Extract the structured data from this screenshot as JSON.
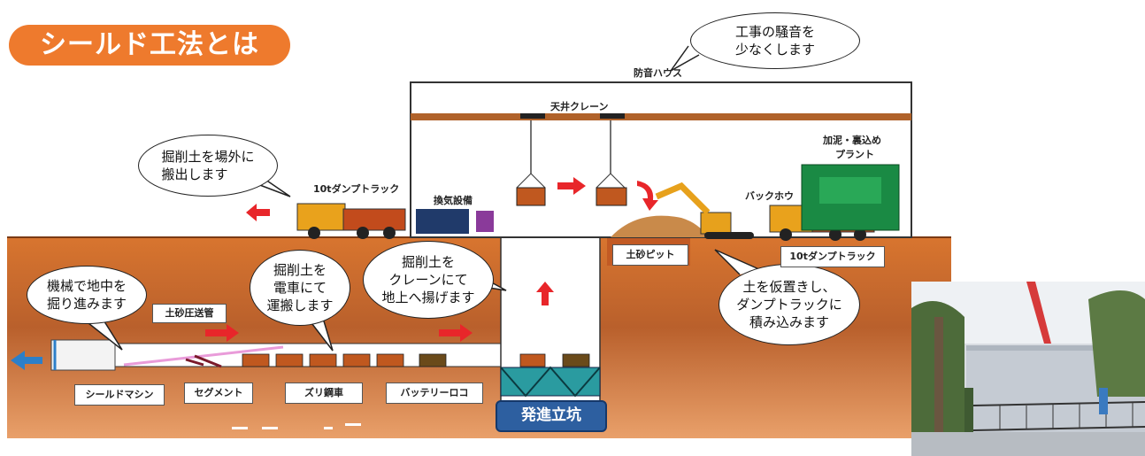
{
  "title": "シールド工法とは",
  "bubbles": {
    "noise": [
      "工事の騒音を",
      "少なくします"
    ],
    "dump": [
      "掘削土を場外に",
      "搬出します"
    ],
    "machine": [
      "機械で地中を",
      "掘り進みます"
    ],
    "train": [
      "掘削土を",
      "電車にて",
      "運搬します"
    ],
    "crane": [
      "掘削土を",
      "クレーンにて",
      "地上へ揚げます"
    ],
    "pit": [
      "土を仮置きし、",
      "ダンプトラックに",
      "積み込みます"
    ]
  },
  "labels": {
    "soundproof_house": "防音ハウス",
    "ceiling_crane": "天井クレーン",
    "mud_plant_1": "加泥・裏込め",
    "mud_plant_2": "プラント",
    "dump_truck_top": "10tダンプトラック",
    "ventilation": "換気設備",
    "backhoe": "バックホウ",
    "soil_pit": "土砂ピット",
    "dump_truck_box": "10tダンプトラック",
    "pipe": "土砂圧送管",
    "shield_machine": "シールドマシン",
    "segment": "セグメント",
    "muck_car": "ズリ鋼車",
    "battery_loco": "バッテリーロコ",
    "shaft": "発進立坑"
  },
  "colors": {
    "title_bg": "#ee7a2d",
    "ground": "#c8662a",
    "arrow_red": "#e8262a",
    "arrow_blue": "#2c7fc9",
    "shaft_tag": "#2d5fa0"
  }
}
